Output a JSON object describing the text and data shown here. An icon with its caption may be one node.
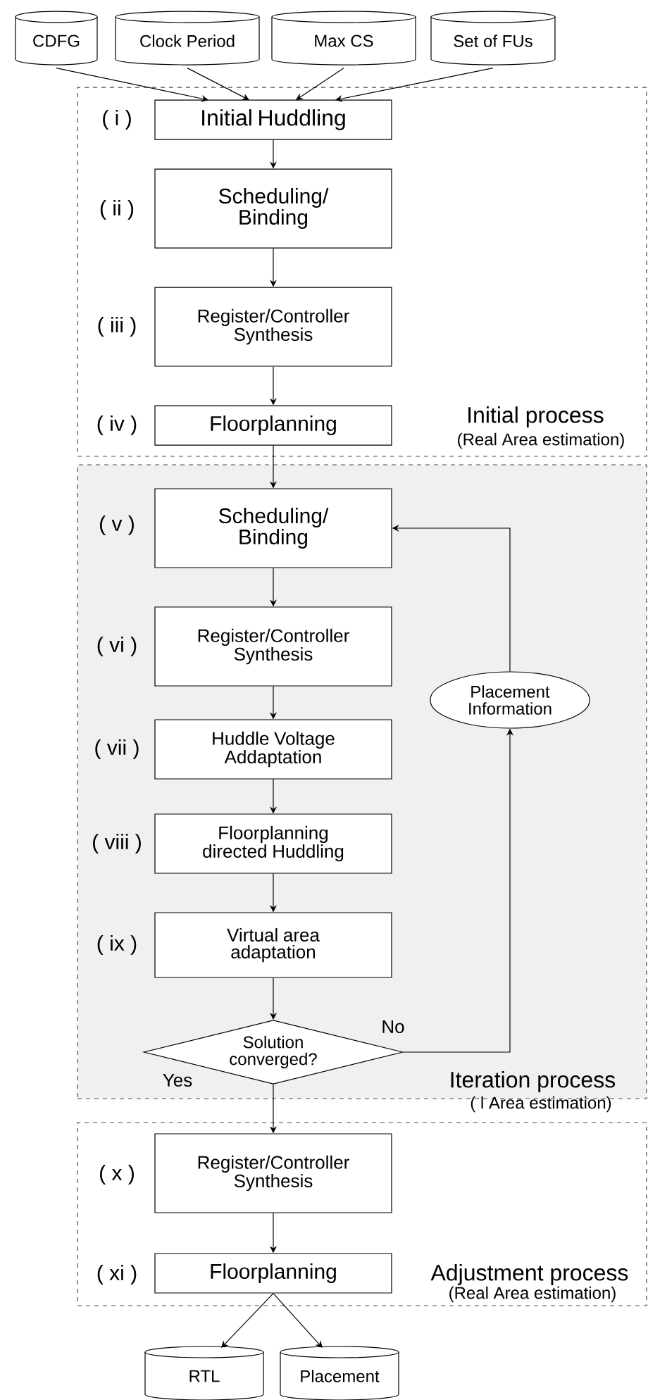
{
  "diagram": {
    "nodes": [
      {
        "text": [
          "CDFG"
        ]
      },
      {
        "text": [
          "Clock Period"
        ]
      },
      {
        "text": [
          "Max CS"
        ]
      },
      {
        "text": [
          "Set of FUs"
        ]
      },
      {
        "text": [
          "Initial process",
          "(Real Area estimation)"
        ]
      },
      {
        "text": [
          "Initial Huddling"
        ],
        "in": 4
      },
      {
        "text": [
          "Scheduling/ Binding"
        ],
        "in": 4
      },
      {
        "text": [
          "Register/Controller Synthesis"
        ],
        "in": 4
      },
      {
        "text": [
          "Floorplanning"
        ],
        "in": 4
      },
      {
        "text": [
          "Iteration process",
          "( l Area estimation)"
        ]
      },
      {
        "text": [
          "Scheduling/ Binding"
        ],
        "in": 9
      },
      {
        "text": [
          "Register/Controller Synthesis"
        ],
        "in": 9
      },
      {
        "text": [
          "Huddle Voltage Addaptation"
        ],
        "in": 9
      },
      {
        "text": [
          "Floorplanning directed Huddling"
        ],
        "in": 9
      },
      {
        "text": [
          "Virtual area adaptation"
        ],
        "in": 9
      },
      {
        "text": [
          "Solution converged?"
        ],
        "in": 9
      },
      {
        "text": [
          "Placement Information"
        ],
        "in": 9
      },
      {
        "text": [
          "Adjustment process",
          "(Real Area estimation)"
        ]
      },
      {
        "text": [
          "Register/Controller Synthesis"
        ],
        "in": 17
      },
      {
        "text": [
          "Floorplanning"
        ],
        "in": 17
      },
      {
        "text": [
          "RTL"
        ]
      },
      {
        "text": [
          "Placement"
        ]
      }
    ],
    "edges": [
      {
        "from": 0,
        "to": 5,
        "arrow": "to"
      },
      {
        "from": 1,
        "to": 5,
        "arrow": "to"
      },
      {
        "from": 2,
        "to": 5,
        "arrow": "to"
      },
      {
        "from": 3,
        "to": 5,
        "arrow": "to"
      },
      {
        "from": 5,
        "to": 6,
        "arrow": "to"
      },
      {
        "from": 6,
        "to": 7,
        "arrow": "to"
      },
      {
        "from": 7,
        "to": 8,
        "arrow": "to"
      },
      {
        "from": 8,
        "to": 10,
        "arrow": "to"
      },
      {
        "from": 10,
        "to": 11,
        "arrow": "to"
      },
      {
        "from": 11,
        "to": 12,
        "arrow": "to"
      },
      {
        "from": 12,
        "to": 13,
        "arrow": "to"
      },
      {
        "from": 13,
        "to": 14,
        "arrow": "to"
      },
      {
        "from": 14,
        "to": 15,
        "arrow": "to"
      },
      {
        "from": 15,
        "to": 16,
        "arrow": "to",
        "label": "No"
      },
      {
        "from": 16,
        "to": 10,
        "arrow": "to"
      },
      {
        "from": 15,
        "to": 18,
        "arrow": "to",
        "label": "Yes"
      },
      {
        "from": 18,
        "to": 19,
        "arrow": "to"
      },
      {
        "from": 19,
        "to": 20,
        "arrow": "to"
      },
      {
        "from": 19,
        "to": 21,
        "arrow": "to"
      }
    ],
    "labels": [
      "( i )",
      "( ii )",
      "( iii )",
      "( iv )",
      "( v )",
      "( vi )",
      "( vii )",
      "( viii )",
      "( ix )",
      "( x )",
      "( xi )"
    ]
  }
}
